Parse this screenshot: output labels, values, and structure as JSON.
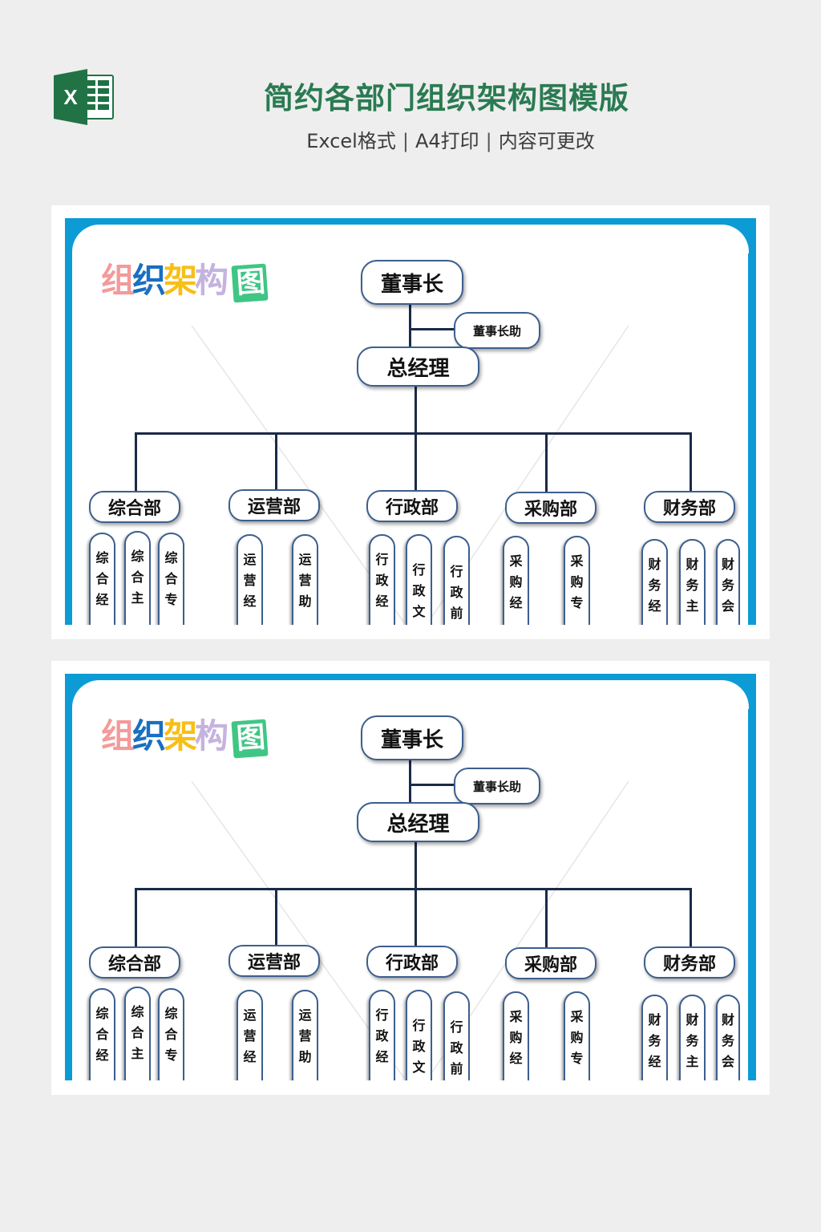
{
  "header": {
    "title": "简约各部门组织架构图模版",
    "subtitle_parts": [
      "Excel格式",
      "A4打印",
      "内容可更改"
    ],
    "separator": "|",
    "logo_icon": "excel-icon",
    "title_color": "#2a7a52"
  },
  "chart": {
    "heading_chars": [
      "组",
      "织",
      "架",
      "构",
      "图"
    ],
    "heading_colors": [
      "#f49a9a",
      "#1a6fc0",
      "#f7bf16",
      "#c5b3df",
      "#3fc685"
    ],
    "frame_color": "#0d9bd5",
    "line_color": "#1a2a48",
    "chairman": "董事长",
    "chairman_assistant": "董事长助",
    "general_manager": "总经理",
    "departments": [
      {
        "name": "综合部",
        "roles": [
          "综合经",
          "综合主",
          "综合专"
        ]
      },
      {
        "name": "运营部",
        "roles": [
          "运营经",
          "运营助"
        ]
      },
      {
        "name": "行政部",
        "roles": [
          "行政经",
          "行政文",
          "行政前"
        ]
      },
      {
        "name": "采购部",
        "roles": [
          "采购经",
          "采购专"
        ]
      },
      {
        "name": "财务部",
        "roles": [
          "财务经",
          "财务主",
          "财务会"
        ]
      }
    ]
  },
  "panels": [
    {
      "label": "preview-1"
    },
    {
      "label": "preview-2"
    }
  ]
}
